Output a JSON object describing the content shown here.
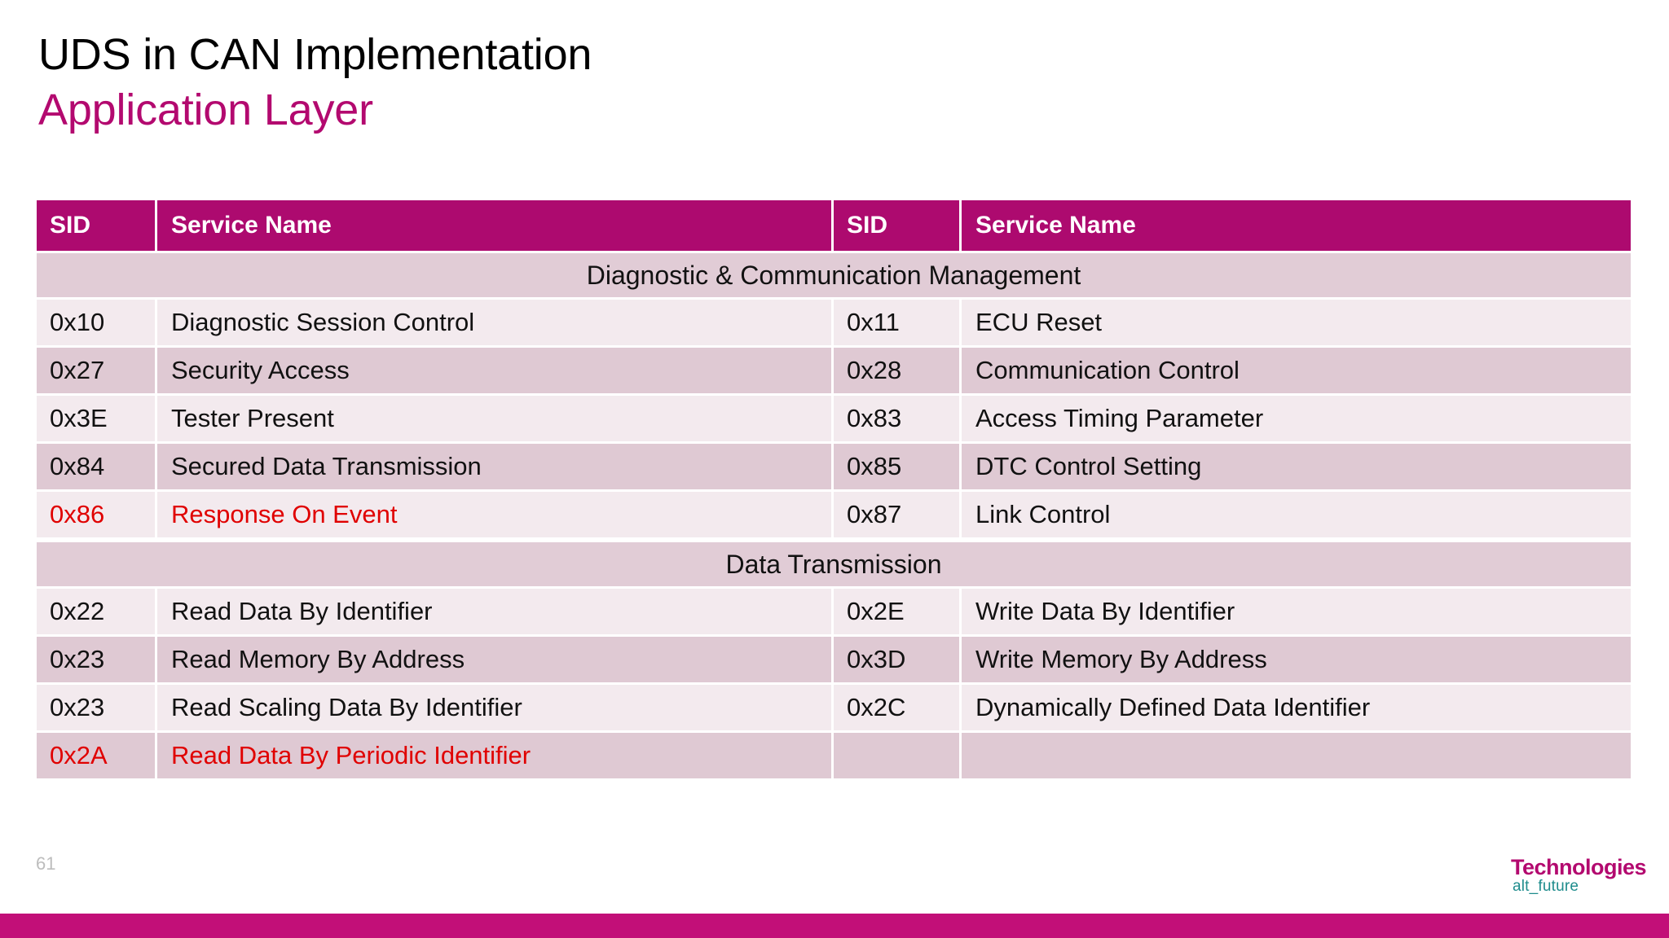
{
  "slide": {
    "title": "UDS in CAN Implementation",
    "subtitle": "Application Layer",
    "page_number": "61"
  },
  "logo": {
    "main": "Technologies",
    "sub": "alt_future",
    "main_color": "#B3096F",
    "sub_color": "#1E8C8C"
  },
  "colors": {
    "header_magenta": "#AD0A6F",
    "accent_bar": "#C20F78",
    "subtitle_magenta": "#B3096F",
    "group_row": "#E1CCD6",
    "row_light": "#F3EAEE",
    "row_dark": "#DFC9D3",
    "highlight_red": "#E00000"
  },
  "table": {
    "headers": {
      "sid_left": "SID",
      "name_left": "Service Name",
      "sid_right": "SID",
      "name_right": "Service Name"
    },
    "groups": [
      {
        "title": "Diagnostic & Communication Management",
        "rows": [
          {
            "sid_left": "0x10",
            "name_left": "Diagnostic Session Control",
            "sid_right": "0x11",
            "name_right": "ECU Reset",
            "shade": "light",
            "highlight": false
          },
          {
            "sid_left": "0x27",
            "name_left": "Security Access",
            "sid_right": "0x28",
            "name_right": "Communication Control",
            "shade": "dark",
            "highlight": false
          },
          {
            "sid_left": "0x3E",
            "name_left": "Tester Present",
            "sid_right": "0x83",
            "name_right": "Access Timing Parameter",
            "shade": "light",
            "highlight": false
          },
          {
            "sid_left": "0x84",
            "name_left": "Secured Data Transmission",
            "sid_right": "0x85",
            "name_right": "DTC Control Setting",
            "shade": "dark",
            "highlight": false
          },
          {
            "sid_left": "0x86",
            "name_left": "Response On Event",
            "sid_right": "0x87",
            "name_right": "Link Control",
            "shade": "light",
            "highlight": true
          }
        ]
      },
      {
        "title": "Data Transmission",
        "rows": [
          {
            "sid_left": "0x22",
            "name_left": "Read Data By Identifier",
            "sid_right": "0x2E",
            "name_right": "Write Data By Identifier",
            "shade": "light",
            "highlight": false
          },
          {
            "sid_left": "0x23",
            "name_left": "Read Memory By Address",
            "sid_right": "0x3D",
            "name_right": "Write Memory By Address",
            "shade": "dark",
            "highlight": false
          },
          {
            "sid_left": "0x23",
            "name_left": "Read Scaling Data By Identifier",
            "sid_right": "0x2C",
            "name_right": "Dynamically Defined Data Identifier",
            "shade": "light",
            "highlight": false
          },
          {
            "sid_left": "0x2A",
            "name_left": "Read Data By Periodic Identifier",
            "sid_right": "",
            "name_right": "",
            "shade": "dark",
            "highlight": true
          }
        ]
      }
    ]
  }
}
